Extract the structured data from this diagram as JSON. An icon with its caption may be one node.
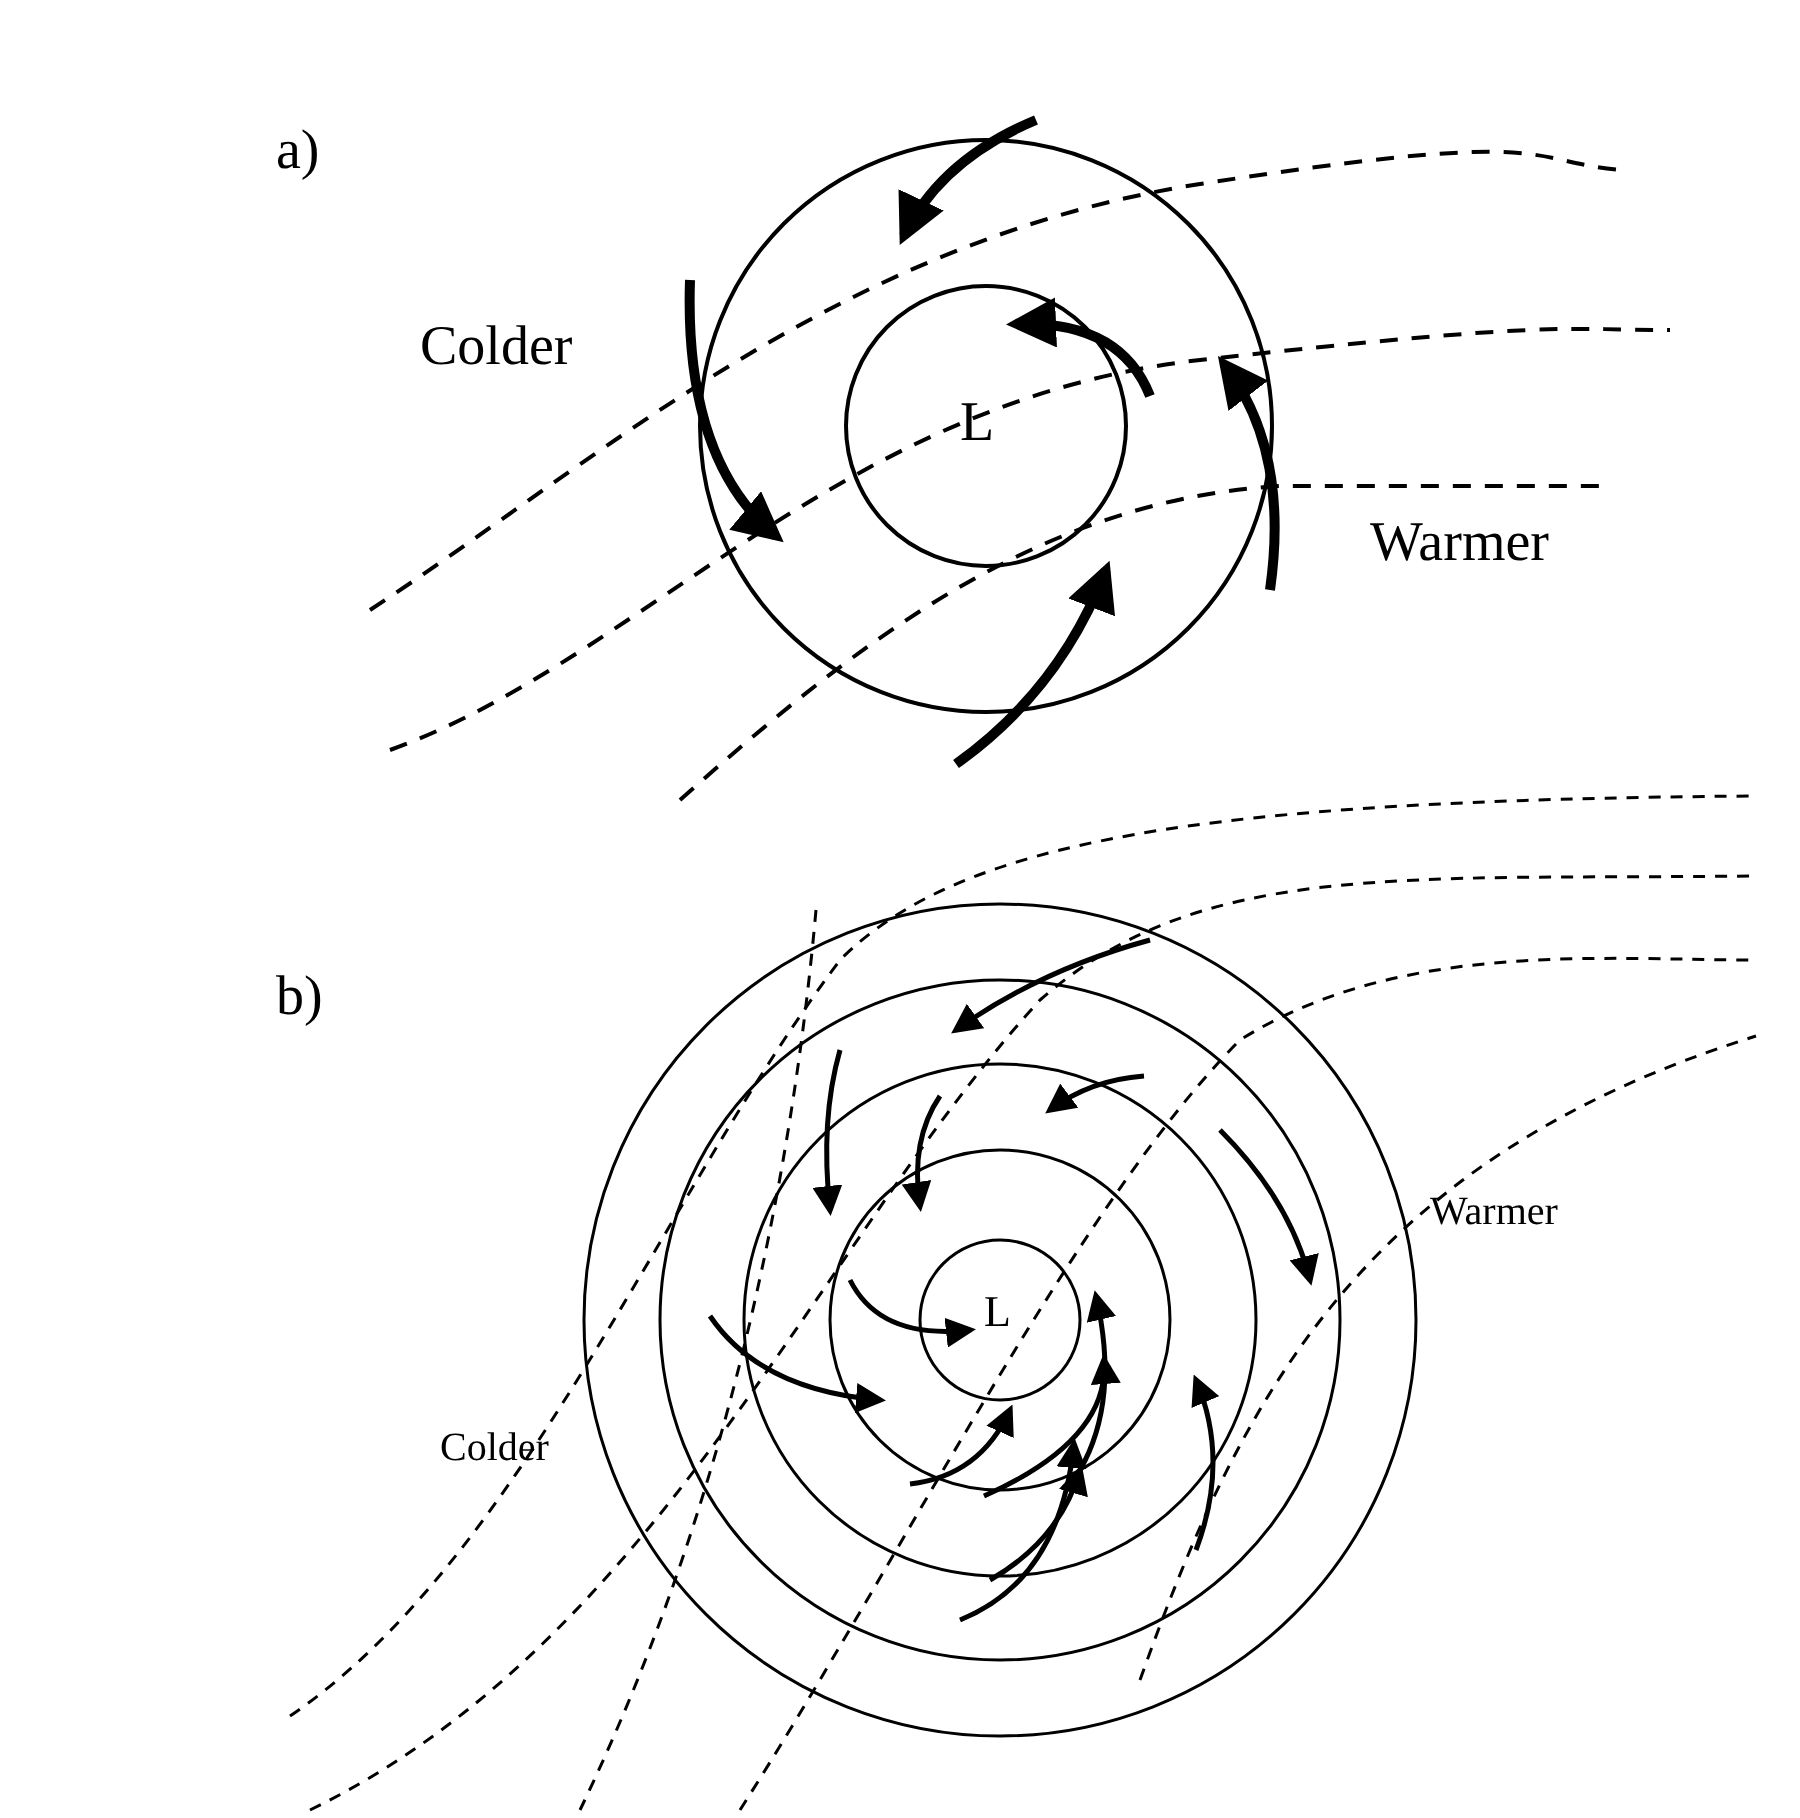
{
  "diagram": {
    "labels": [
      "a)",
      "Colder",
      "L",
      "Warmer",
      "b)",
      "L",
      "Warmer",
      "Colder"
    ]
  }
}
